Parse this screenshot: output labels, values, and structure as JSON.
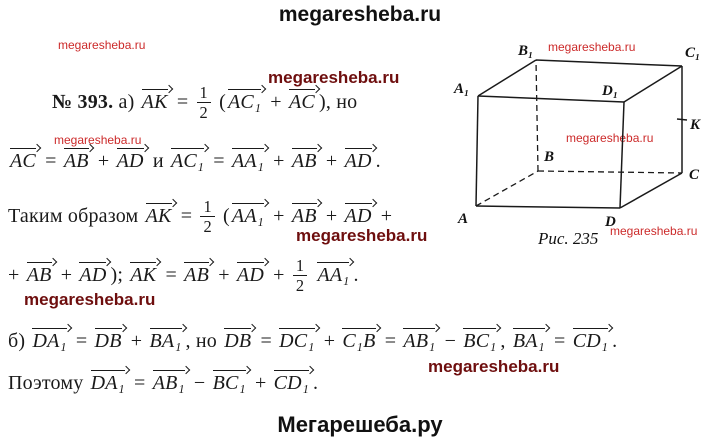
{
  "header": {
    "title": "megaresheba.ru"
  },
  "footer": {
    "title": "Мегарешеба.ру"
  },
  "watermark": {
    "text": "megaresheba.ru"
  },
  "figure": {
    "caption": "Рис. 235",
    "labels": {
      "A": "A",
      "B": "B",
      "C": "C",
      "D": "D",
      "A1": "A₁",
      "B1": "B₁",
      "C1": "C₁",
      "D1": "D₁",
      "K": "K"
    }
  },
  "solution": {
    "lines": [
      {
        "tokens": [
          {
            "t": "b",
            "s": "№ 393."
          },
          {
            "t": "r",
            "s": " а) "
          },
          {
            "t": "v",
            "s": "AK"
          },
          {
            "t": "r",
            "s": " = "
          },
          {
            "t": "f",
            "n": "1",
            "d": "2"
          },
          {
            "t": "r",
            "s": " ("
          },
          {
            "t": "v",
            "s": "AC₁"
          },
          {
            "t": "r",
            "s": " + "
          },
          {
            "t": "v",
            "s": "AC"
          },
          {
            "t": "r",
            "s": "), но"
          }
        ]
      },
      {
        "tokens": [
          {
            "t": "v",
            "s": "AC"
          },
          {
            "t": "r",
            "s": " = "
          },
          {
            "t": "v",
            "s": "AB"
          },
          {
            "t": "r",
            "s": " + "
          },
          {
            "t": "v",
            "s": "AD"
          },
          {
            "t": "r",
            "s": " и "
          },
          {
            "t": "v",
            "s": "AC₁"
          },
          {
            "t": "r",
            "s": " = "
          },
          {
            "t": "v",
            "s": "AA₁"
          },
          {
            "t": "r",
            "s": " + "
          },
          {
            "t": "v",
            "s": "AB"
          },
          {
            "t": "r",
            "s": " + "
          },
          {
            "t": "v",
            "s": "AD"
          },
          {
            "t": "r",
            "s": "."
          }
        ]
      },
      {
        "tokens": [
          {
            "t": "r",
            "s": "Таким образом "
          },
          {
            "t": "v",
            "s": "AK"
          },
          {
            "t": "r",
            "s": " = "
          },
          {
            "t": "f",
            "n": "1",
            "d": "2"
          },
          {
            "t": "r",
            "s": " ("
          },
          {
            "t": "v",
            "s": "AA₁"
          },
          {
            "t": "r",
            "s": " + "
          },
          {
            "t": "v",
            "s": "AB"
          },
          {
            "t": "r",
            "s": " + "
          },
          {
            "t": "v",
            "s": "AD"
          },
          {
            "t": "r",
            "s": " +"
          }
        ]
      },
      {
        "tokens": [
          {
            "t": "r",
            "s": "+ "
          },
          {
            "t": "v",
            "s": "AB"
          },
          {
            "t": "r",
            "s": " + "
          },
          {
            "t": "v",
            "s": "AD"
          },
          {
            "t": "r",
            "s": "); "
          },
          {
            "t": "v",
            "s": "AK"
          },
          {
            "t": "r",
            "s": " = "
          },
          {
            "t": "v",
            "s": "AB"
          },
          {
            "t": "r",
            "s": " + "
          },
          {
            "t": "v",
            "s": "AD"
          },
          {
            "t": "r",
            "s": " + "
          },
          {
            "t": "f",
            "n": "1",
            "d": "2"
          },
          {
            "t": "r",
            "s": " "
          },
          {
            "t": "v",
            "s": "AA₁"
          },
          {
            "t": "r",
            "s": "."
          }
        ]
      },
      {
        "tokens": [
          {
            "t": "r",
            "s": "б) "
          },
          {
            "t": "v",
            "s": "DA₁"
          },
          {
            "t": "r",
            "s": " = "
          },
          {
            "t": "v",
            "s": "DB"
          },
          {
            "t": "r",
            "s": " + "
          },
          {
            "t": "v",
            "s": "BA₁"
          },
          {
            "t": "r",
            "s": ", но "
          },
          {
            "t": "v",
            "s": "DB"
          },
          {
            "t": "r",
            "s": " = "
          },
          {
            "t": "v",
            "s": "DC₁"
          },
          {
            "t": "r",
            "s": " + "
          },
          {
            "t": "v",
            "s": "C₁B"
          },
          {
            "t": "r",
            "s": " = "
          },
          {
            "t": "v",
            "s": "AB₁"
          },
          {
            "t": "r",
            "s": " − "
          },
          {
            "t": "v",
            "s": "BC₁"
          },
          {
            "t": "r",
            "s": ", "
          },
          {
            "t": "v",
            "s": "BA₁"
          },
          {
            "t": "r",
            "s": " = "
          },
          {
            "t": "v",
            "s": "CD₁"
          },
          {
            "t": "r",
            "s": "."
          }
        ]
      },
      {
        "tokens": [
          {
            "t": "r",
            "s": "Поэтому "
          },
          {
            "t": "v",
            "s": "DA₁"
          },
          {
            "t": "r",
            "s": " = "
          },
          {
            "t": "v",
            "s": "AB₁"
          },
          {
            "t": "r",
            "s": " − "
          },
          {
            "t": "v",
            "s": "BC₁"
          },
          {
            "t": "r",
            "s": " + "
          },
          {
            "t": "v",
            "s": "CD₁"
          },
          {
            "t": "r",
            "s": "."
          }
        ]
      }
    ]
  }
}
